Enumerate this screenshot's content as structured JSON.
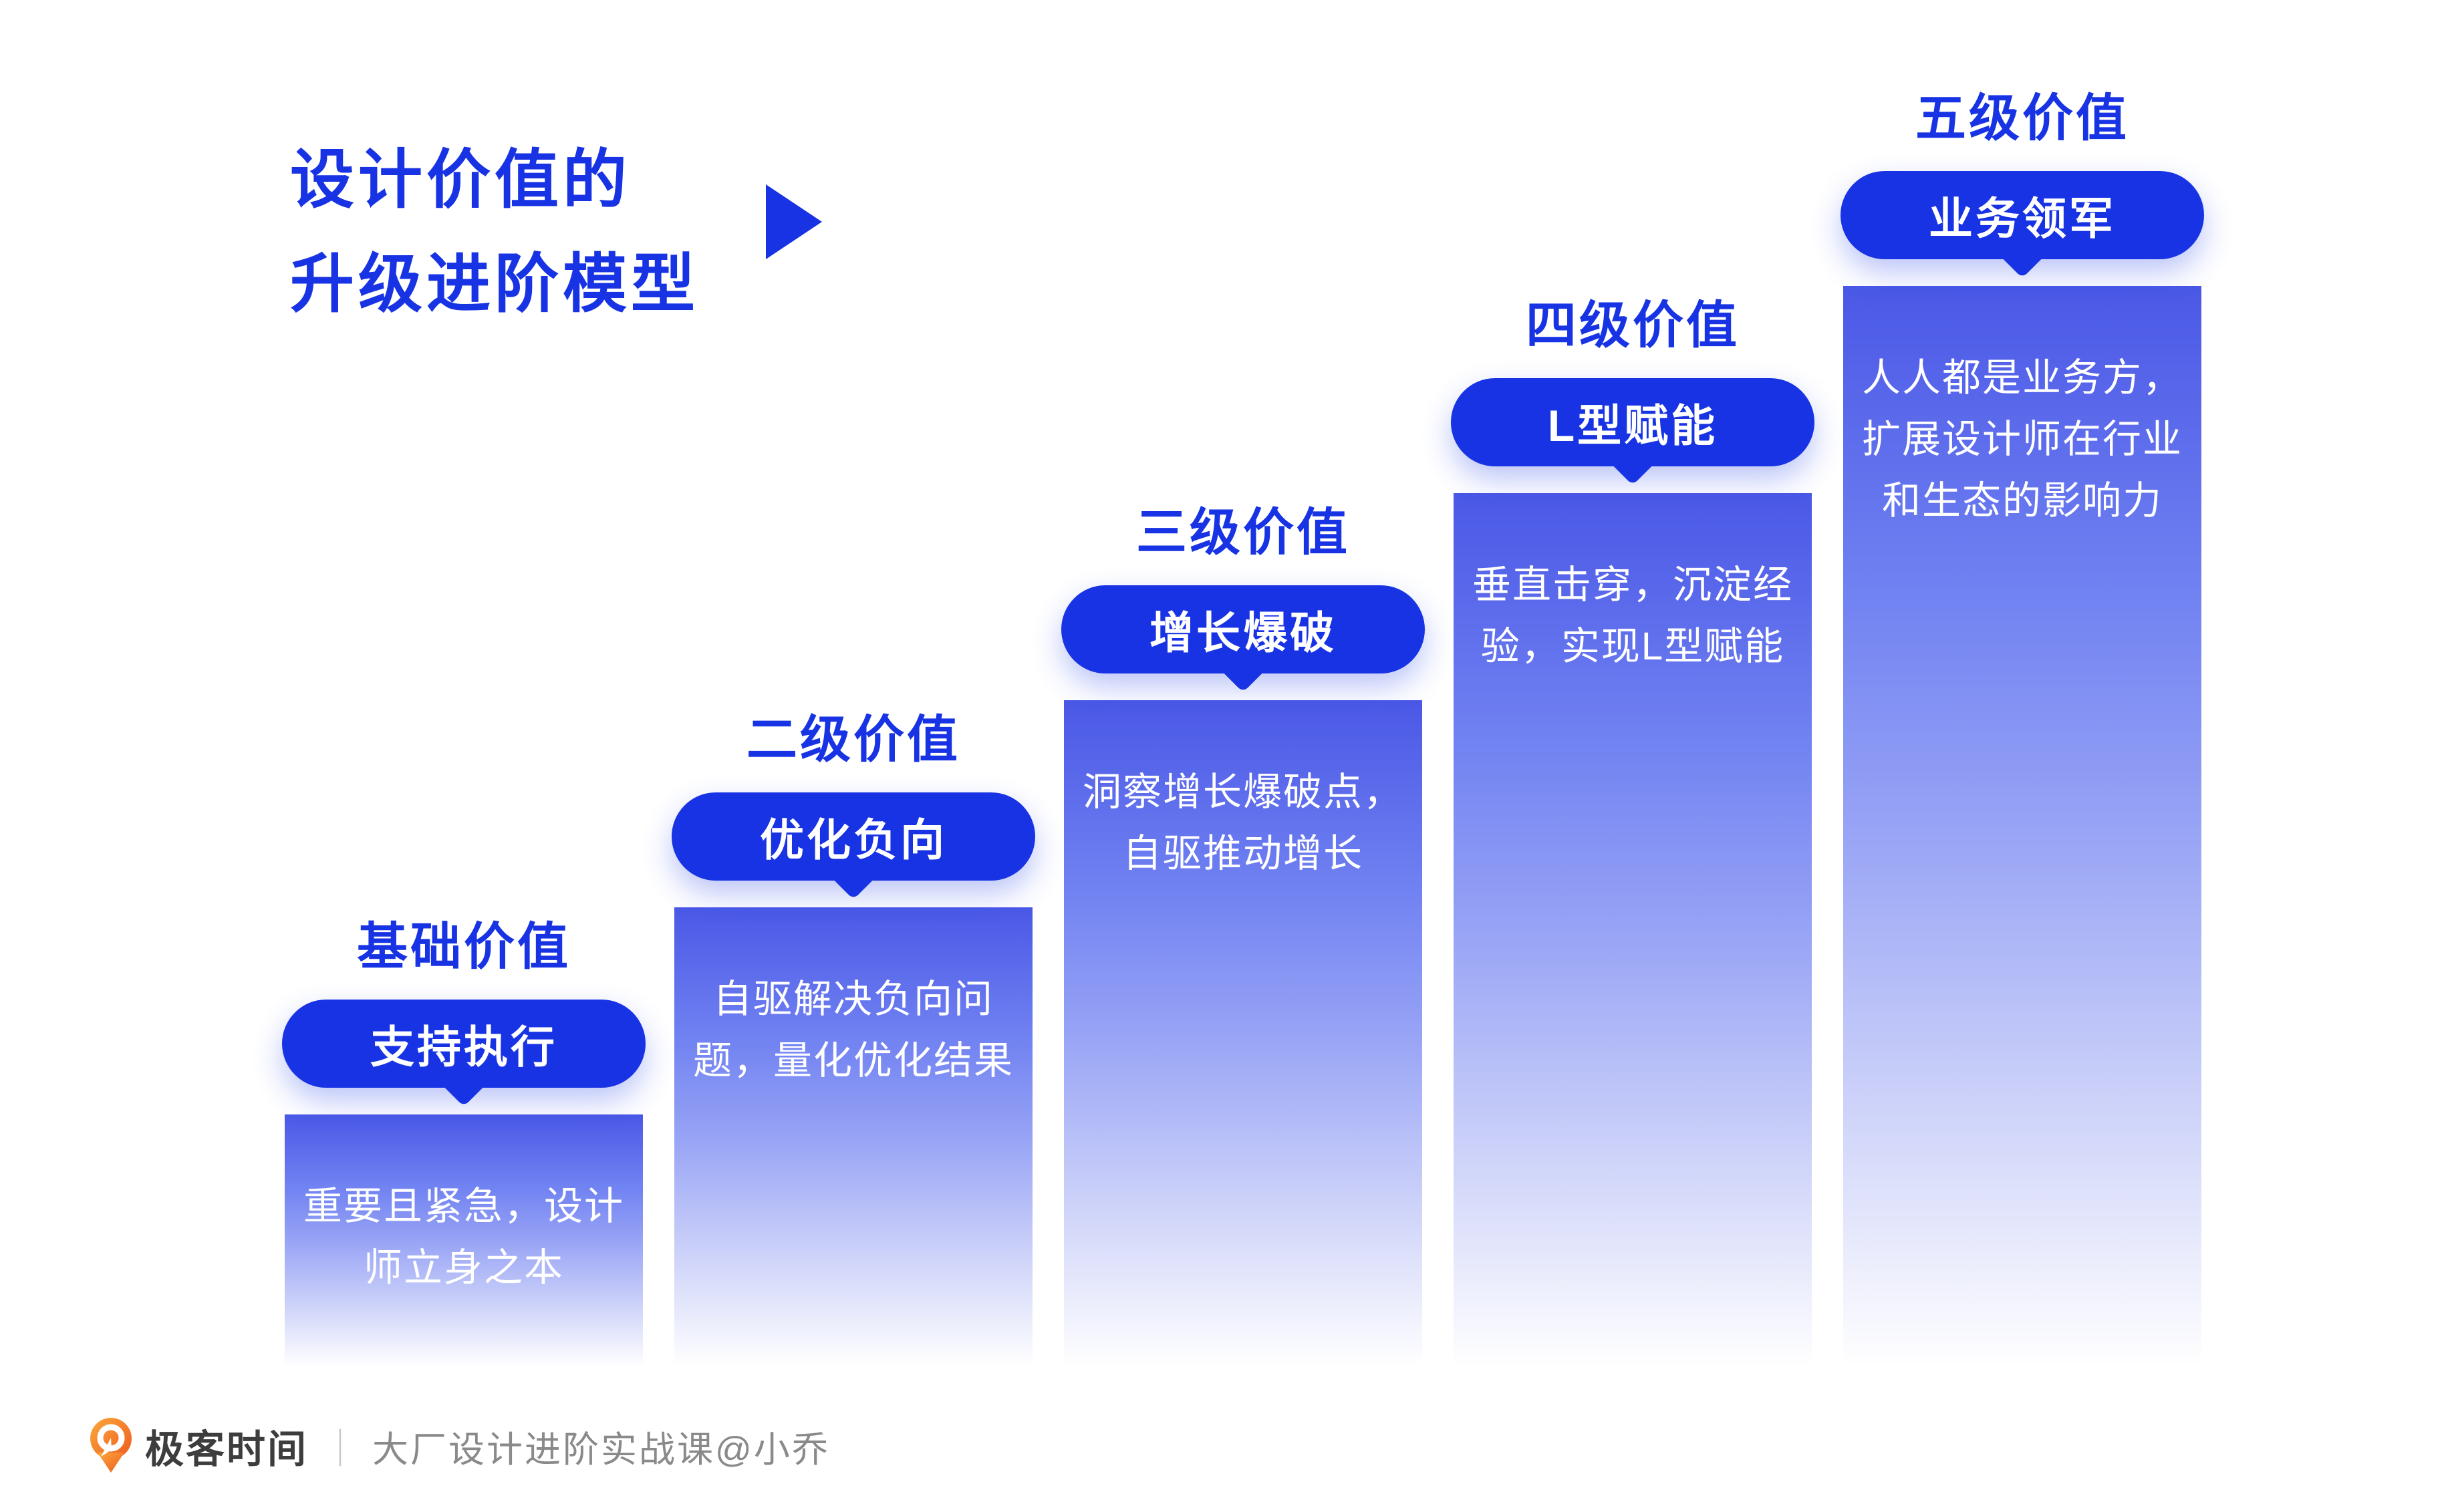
{
  "header": {
    "title_line1": "设计价值的",
    "title_line2": "升级进阶模型"
  },
  "levels": [
    {
      "title": "基础价值",
      "pill": "支持执行",
      "desc": "重要且紧急，设计\n师立身之本"
    },
    {
      "title": "二级价值",
      "pill": "优化负向",
      "desc": "自驱解决负向问\n题，量化优化结果"
    },
    {
      "title": "三级价值",
      "pill": "增长爆破",
      "desc": "洞察增长爆破点，\n自驱推动增长"
    },
    {
      "title": "四级价值",
      "pill": "L型赋能",
      "desc": "垂直击穿，沉淀经\n验，实现L型赋能"
    },
    {
      "title": "五级价值",
      "pill": "业务领军",
      "desc": "人人都是业务方，\n扩展设计师在行业\n和生态的影响力"
    }
  ],
  "footer": {
    "brand": "极客时间",
    "divider": "｜",
    "course": "大厂设计进阶实战课@小乔"
  },
  "colors": {
    "accent_blue": "#1733E4",
    "column_top_blue": "#4A58E6",
    "logo_orange": "#F2671E",
    "brand_text": "#3D3D3D",
    "course_text": "#8A8A8A"
  }
}
